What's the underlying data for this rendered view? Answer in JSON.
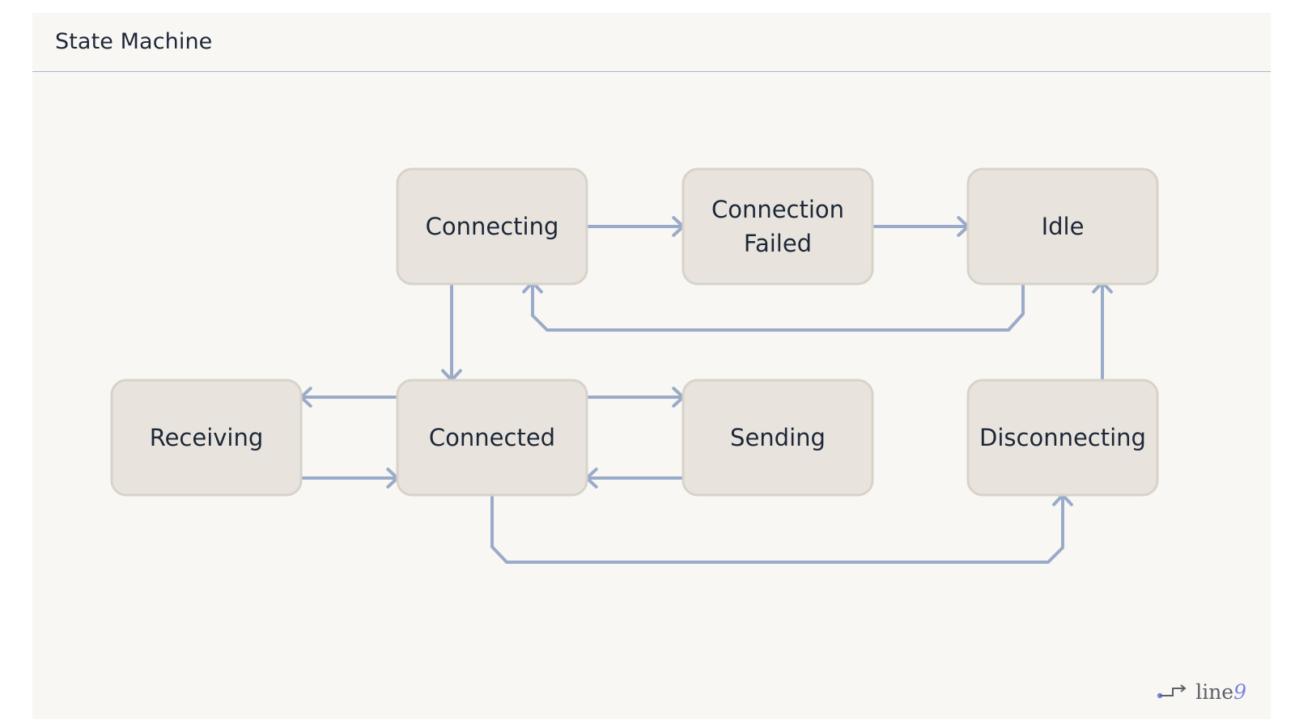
{
  "title": "State Machine",
  "brand": {
    "name": "line",
    "mark": "9"
  },
  "colors": {
    "node_fill": "#e8e4dd",
    "node_border": "#d8d3c9",
    "edge": "#9aabc9",
    "text": "#1d2738"
  },
  "nodes": [
    {
      "id": "connecting",
      "lines": [
        "Connecting"
      ]
    },
    {
      "id": "connection_failed",
      "lines": [
        "Connection",
        "Failed"
      ]
    },
    {
      "id": "idle",
      "lines": [
        "Idle"
      ]
    },
    {
      "id": "receiving",
      "lines": [
        "Receiving"
      ]
    },
    {
      "id": "connected",
      "lines": [
        "Connected"
      ]
    },
    {
      "id": "sending",
      "lines": [
        "Sending"
      ]
    },
    {
      "id": "disconnecting",
      "lines": [
        "Disconnecting"
      ]
    }
  ],
  "edges": [
    {
      "from": "connecting",
      "to": "connection_failed"
    },
    {
      "from": "connection_failed",
      "to": "idle"
    },
    {
      "from": "idle",
      "to": "connecting"
    },
    {
      "from": "connecting",
      "to": "connected"
    },
    {
      "from": "connected",
      "to": "receiving"
    },
    {
      "from": "receiving",
      "to": "connected"
    },
    {
      "from": "connected",
      "to": "sending"
    },
    {
      "from": "sending",
      "to": "connected"
    },
    {
      "from": "connected",
      "to": "disconnecting"
    },
    {
      "from": "disconnecting",
      "to": "idle"
    }
  ]
}
